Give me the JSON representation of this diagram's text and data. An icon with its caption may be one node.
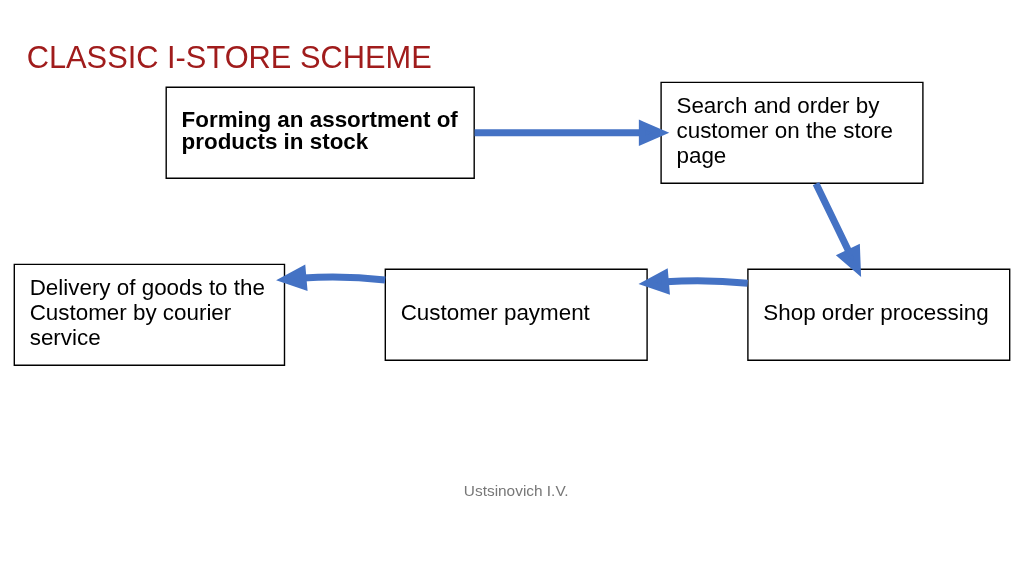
{
  "diagram": {
    "title": "CLASSIC I-STORE SCHEME",
    "nodes": [
      {
        "text": [
          "Forming an assortment of products in stock"
        ]
      },
      {
        "text": [
          "Search and order by customer on the store page"
        ]
      },
      {
        "text": [
          "Shop order processing"
        ]
      },
      {
        "text": [
          "Customer payment"
        ]
      },
      {
        "text": [
          "Delivery of goods to the Customer by courier service"
        ]
      }
    ],
    "edges": [
      {
        "from": 0,
        "to": 1,
        "arrow": "to"
      },
      {
        "from": 1,
        "to": 2,
        "arrow": "to"
      },
      {
        "from": 2,
        "to": 3,
        "arrow": "to"
      },
      {
        "from": 3,
        "to": 4,
        "arrow": "to"
      }
    ],
    "labels": [
      "Ustsinovich I.V."
    ]
  }
}
